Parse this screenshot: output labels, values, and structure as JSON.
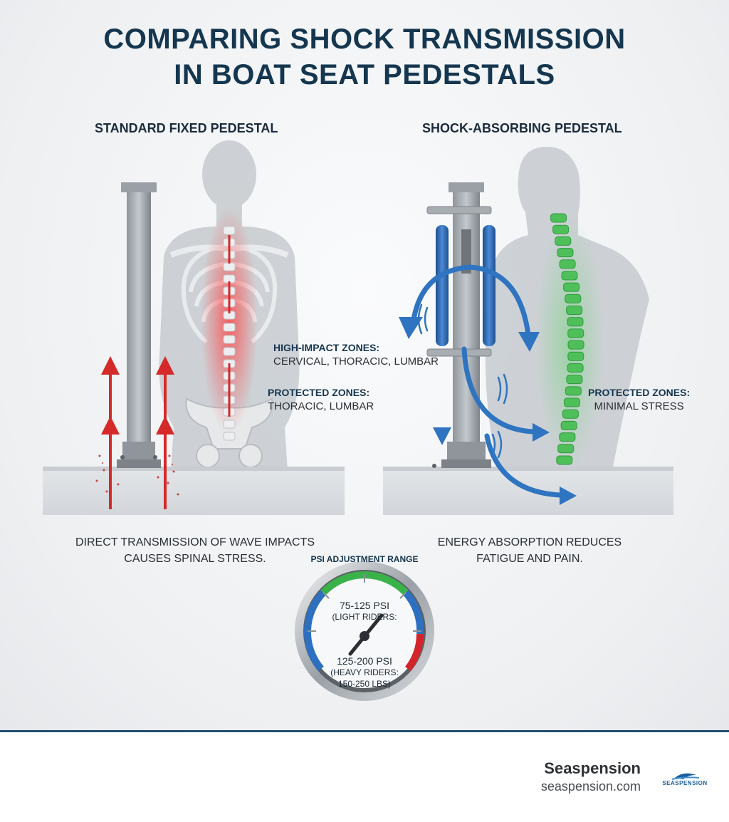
{
  "title": {
    "line1": "COMPARING SHOCK TRANSMISSION",
    "line2": "IN BOAT SEAT PEDESTALS"
  },
  "left_panel": {
    "heading": "STANDARD FIXED PEDESTAL",
    "high_impact_label": "HIGH-IMPACT ZONES:",
    "high_impact_value": "CERVICAL, THORACIC, LUMBAR",
    "protected_label": "PROTECTED ZONES:",
    "protected_value": "THORACIC, LUMBAR",
    "caption_line1": "DIRECT TRANSMISSION OF WAVE IMPACTS",
    "caption_line2": "CAUSES SPINAL STRESS.",
    "accent_color": "#d42a2a"
  },
  "right_panel": {
    "heading": "SHOCK-ABSORBING PEDESTAL",
    "protected_label": "PROTECTED ZONES:",
    "protected_value": "MINIMAL STRESS",
    "caption_line1": "ENERGY ABSORPTION REDUCES",
    "caption_line2": "FATIGUE AND PAIN.",
    "accent_color": "#2f74c0",
    "spine_color": "#4fbf5a"
  },
  "gauge": {
    "title": "PSI ADJUSTMENT RANGE",
    "range1": "75-125 PSI",
    "range1_sub": "(LIGHT RIDERS:",
    "range2": "125-200 PSI",
    "range2_sub": "(HEAVY RIDERS:",
    "range2_sub2": "150-250 LBS)"
  },
  "footer": {
    "brand_name": "Seaspension",
    "brand_url": "seaspension.com",
    "logo_text": "SEASPENSION",
    "line_color": "#1f4e73"
  }
}
